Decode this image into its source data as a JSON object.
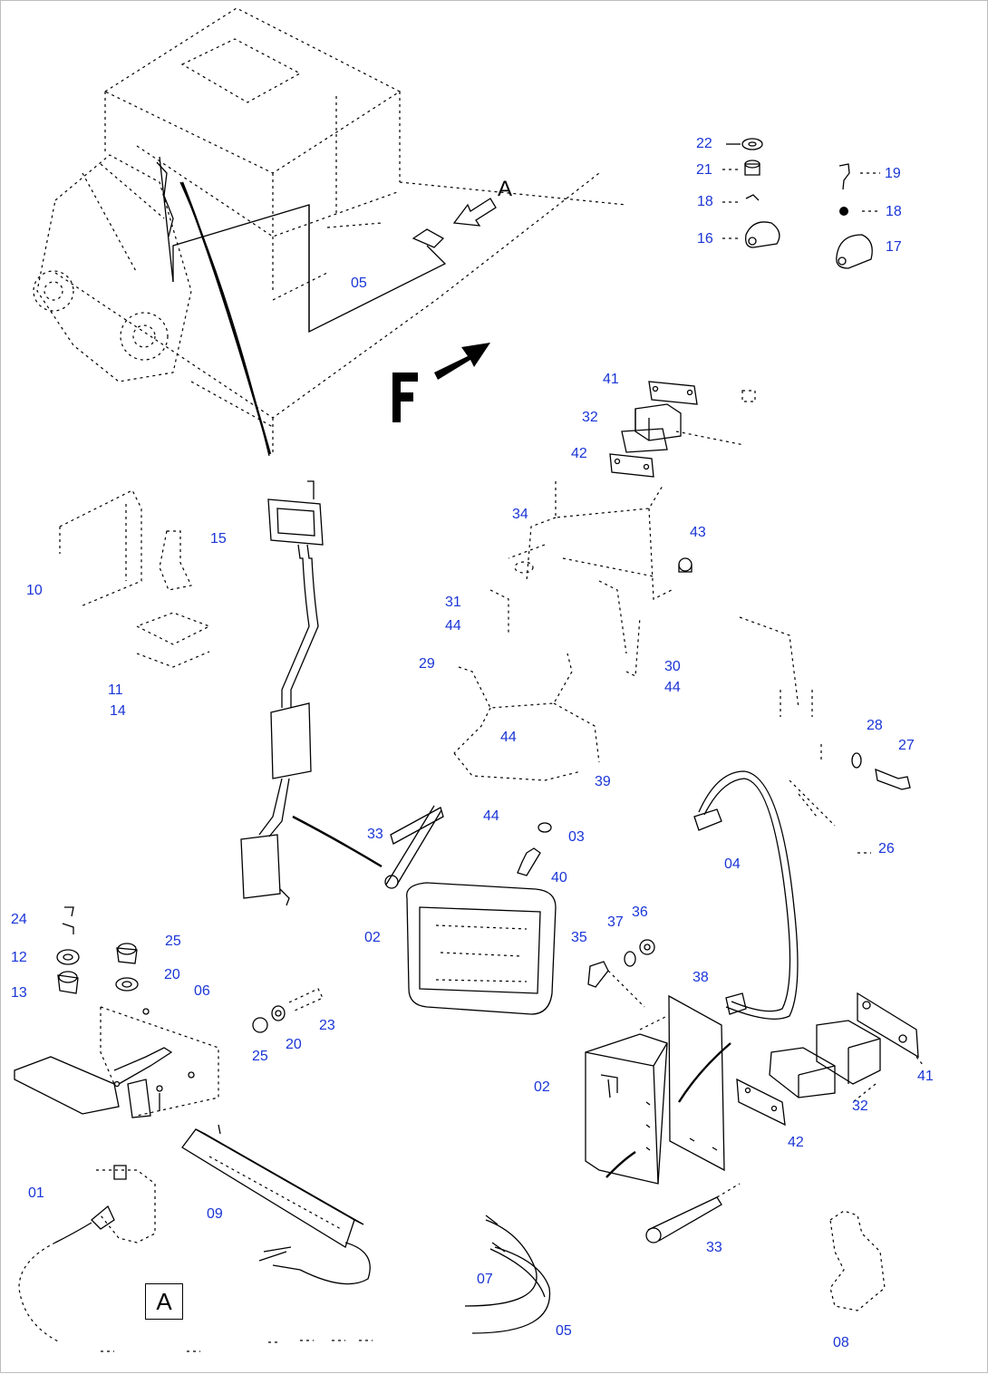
{
  "labels": {
    "view_arrow": "A",
    "direction": "F",
    "view_box": "A"
  },
  "callouts": [
    {
      "id": "c01",
      "text": "22"
    },
    {
      "id": "c02",
      "text": "21"
    },
    {
      "id": "c03",
      "text": "18"
    },
    {
      "id": "c04",
      "text": "16"
    },
    {
      "id": "c05",
      "text": "19"
    },
    {
      "id": "c06",
      "text": "18"
    },
    {
      "id": "c07",
      "text": "17"
    },
    {
      "id": "c08",
      "text": "05"
    },
    {
      "id": "c09",
      "text": "41"
    },
    {
      "id": "c10",
      "text": "32"
    },
    {
      "id": "c11",
      "text": "42"
    },
    {
      "id": "c12",
      "text": "34"
    },
    {
      "id": "c13",
      "text": "43"
    },
    {
      "id": "c14",
      "text": "15"
    },
    {
      "id": "c15",
      "text": "10"
    },
    {
      "id": "c16",
      "text": "31"
    },
    {
      "id": "c17",
      "text": "44"
    },
    {
      "id": "c18",
      "text": "29"
    },
    {
      "id": "c19",
      "text": "30"
    },
    {
      "id": "c20",
      "text": "44"
    },
    {
      "id": "c21",
      "text": "11"
    },
    {
      "id": "c22",
      "text": "14"
    },
    {
      "id": "c23",
      "text": "44"
    },
    {
      "id": "c24",
      "text": "28"
    },
    {
      "id": "c25",
      "text": "27"
    },
    {
      "id": "c26",
      "text": "39"
    },
    {
      "id": "c27",
      "text": "44"
    },
    {
      "id": "c28",
      "text": "33"
    },
    {
      "id": "c29",
      "text": "03"
    },
    {
      "id": "c30",
      "text": "26"
    },
    {
      "id": "c31",
      "text": "40"
    },
    {
      "id": "c32",
      "text": "04"
    },
    {
      "id": "c33",
      "text": "24"
    },
    {
      "id": "c34",
      "text": "25"
    },
    {
      "id": "c35",
      "text": "02"
    },
    {
      "id": "c36",
      "text": "35"
    },
    {
      "id": "c37",
      "text": "37"
    },
    {
      "id": "c38",
      "text": "36"
    },
    {
      "id": "c39",
      "text": "12"
    },
    {
      "id": "c40",
      "text": "20"
    },
    {
      "id": "c41",
      "text": "13"
    },
    {
      "id": "c42",
      "text": "06"
    },
    {
      "id": "c43",
      "text": "38"
    },
    {
      "id": "c44",
      "text": "23"
    },
    {
      "id": "c45",
      "text": "25"
    },
    {
      "id": "c46",
      "text": "20"
    },
    {
      "id": "c47",
      "text": "41"
    },
    {
      "id": "c48",
      "text": "02"
    },
    {
      "id": "c49",
      "text": "32"
    },
    {
      "id": "c50",
      "text": "42"
    },
    {
      "id": "c51",
      "text": "01"
    },
    {
      "id": "c52",
      "text": "09"
    },
    {
      "id": "c53",
      "text": "33"
    },
    {
      "id": "c54",
      "text": "07"
    },
    {
      "id": "c55",
      "text": "05"
    },
    {
      "id": "c56",
      "text": "08"
    }
  ],
  "colors": {
    "callout": "#1a35d6",
    "line": "#000000",
    "frame": "#bdbdbd"
  }
}
